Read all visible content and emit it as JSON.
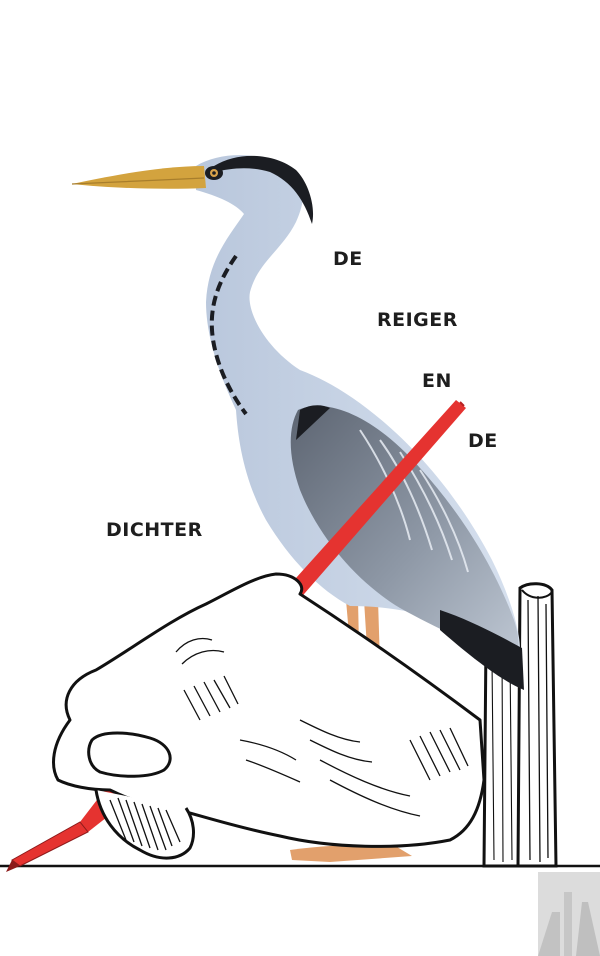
{
  "cover": {
    "title_words": [
      "DE",
      "REIGER",
      "EN",
      "DE",
      "DICHTER"
    ]
  },
  "colors": {
    "heron_light": "#c9d6e8",
    "heron_wing": "#7d8694",
    "beak": "#d3a33e",
    "legs": "#e2a06c",
    "pen": "#e53330",
    "ink": "#111111",
    "text": "#1e1e1e"
  },
  "icons": {
    "corner_logo": "publisher-logo-icon"
  }
}
